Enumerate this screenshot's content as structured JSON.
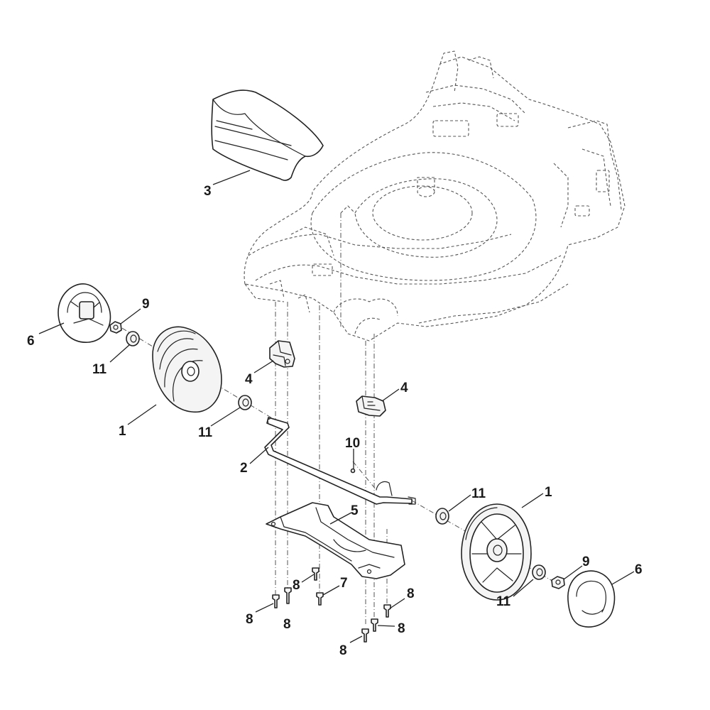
{
  "callouts": {
    "c1a": "1",
    "c1b": "1",
    "c2": "2",
    "c3": "3",
    "c4a": "4",
    "c4b": "4",
    "c5": "5",
    "c6a": "6",
    "c6b": "6",
    "c7": "7",
    "c8a": "8",
    "c8b": "8",
    "c8c": "8",
    "c8d": "8",
    "c8e": "8",
    "c8f": "8",
    "c9a": "9",
    "c9b": "9",
    "c10": "10",
    "c11a": "11",
    "c11b": "11",
    "c11c": "11",
    "c11d": "11"
  }
}
